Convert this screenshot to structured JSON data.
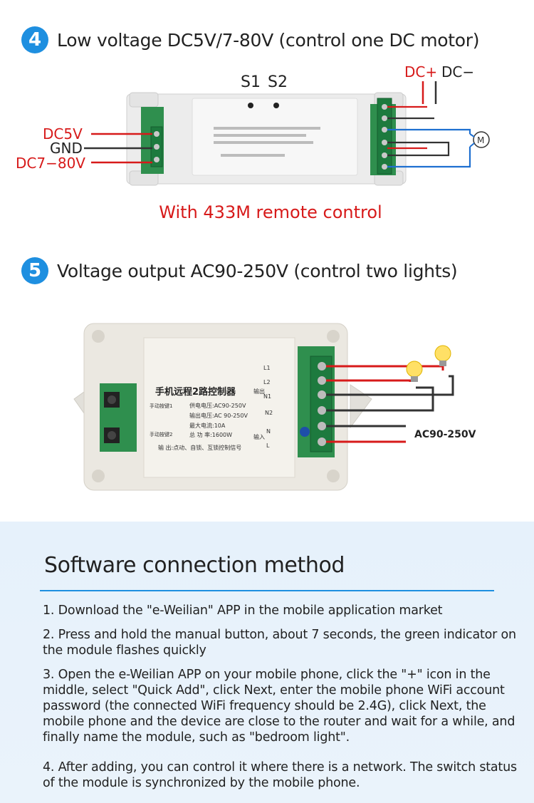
{
  "section4": {
    "number": "4",
    "title": "Low voltage DC5V/7-80V (control one DC motor)",
    "switch_labels": [
      "S1",
      "S2"
    ],
    "dc_labels": [
      "DC+",
      "DC−"
    ],
    "input_labels": [
      "DC5V",
      "GND",
      "DC7−80V"
    ],
    "motor_symbol": "M",
    "note": "With 433M remote control"
  },
  "section5": {
    "number": "5",
    "title": "Voltage output AC90-250V (control two lights)",
    "module_title": "手机远程2路控制器",
    "spec_lines": [
      "供电电压:AC90-250V",
      "输出电压:AC 90-250V",
      "最大电流:10A",
      "总 功 率:1600W"
    ],
    "output_line": "输    出:点动、自锁、互锁控制信号",
    "manual_labels": [
      "手动按键1",
      "手动按键2"
    ],
    "terminal_labels": [
      "L1",
      "L2",
      "N1",
      "N2",
      "N",
      "L"
    ],
    "side_labels": [
      "输出",
      "输入"
    ],
    "ac_label": "AC90-250V"
  },
  "software": {
    "title": "Software connection method",
    "steps": [
      "1. Download the \"e-Weilian\" APP in the mobile application market",
      "2. Press and hold the manual button, about 7 seconds, the green indicator on the module flashes quickly",
      "3. Open the e-Weilian APP on your mobile phone, click the \"+\" icon in the middle, select \"Quick Add\", click Next, enter the mobile phone WiFi account password (the connected WiFi frequency should be 2.4G), click Next, the mobile phone and the device are close to the router and wait for a while, and finally name the module, such as \"bedroom light\".",
      "4. After adding, you can control it where there is a network. The switch status of the module is synchronized by the mobile phone."
    ]
  }
}
